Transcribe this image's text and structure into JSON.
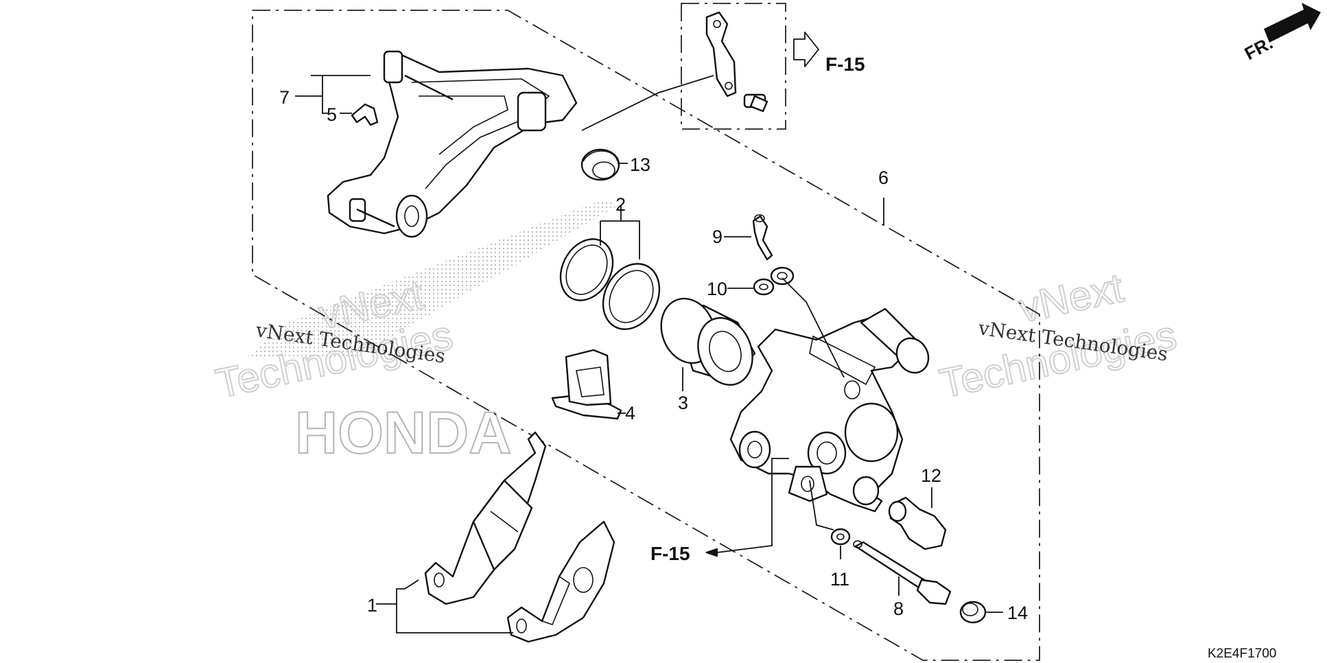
{
  "callouts": [
    "1",
    "2",
    "3",
    "4",
    "5",
    "6",
    "7",
    "8",
    "9",
    "10",
    "11",
    "12",
    "13",
    "14"
  ],
  "references": {
    "upper": "F-15",
    "lower": "F-15"
  },
  "direction_label": "FR.",
  "diagram_code": "K2E4F1700",
  "watermark": {
    "line_small": "vNext Technologies",
    "line_big_1": "vNext",
    "line_big_2": "Technologies",
    "brand": "HONDA"
  }
}
